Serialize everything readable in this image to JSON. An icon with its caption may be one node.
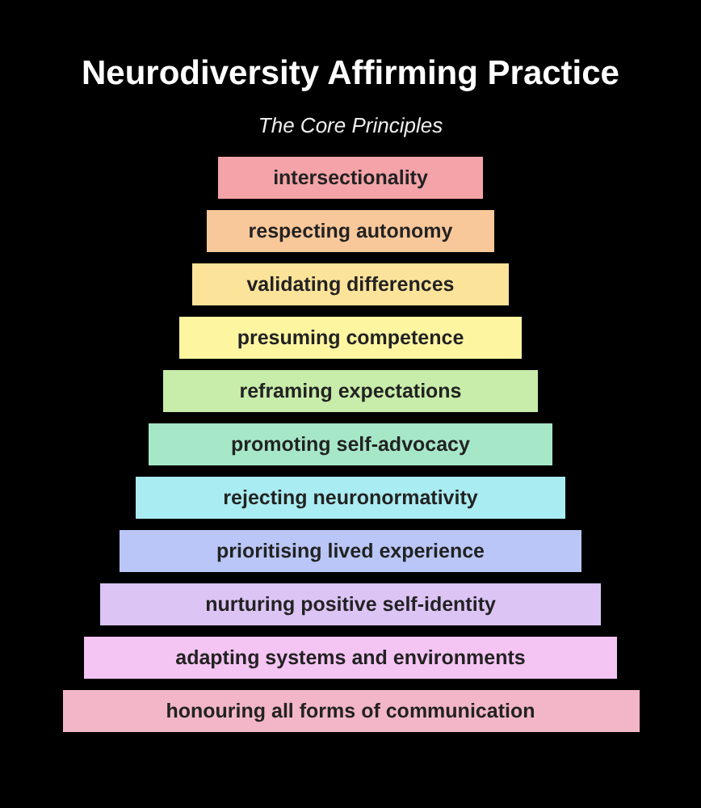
{
  "diagram": {
    "title": "Neurodiversity Affirming Practice",
    "nodes": [
      {
        "text": [
          "intersectionality"
        ]
      },
      {
        "text": [
          "respecting autonomy"
        ]
      },
      {
        "text": [
          "validating differences"
        ]
      },
      {
        "text": [
          "presuming competence"
        ]
      },
      {
        "text": [
          "reframing expectations"
        ]
      },
      {
        "text": [
          "promoting self-advocacy"
        ]
      },
      {
        "text": [
          "rejecting neuronormativity"
        ]
      },
      {
        "text": [
          "prioritising lived experience"
        ]
      },
      {
        "text": [
          "nurturing positive self-identity"
        ]
      },
      {
        "text": [
          "adapting systems and environments"
        ]
      },
      {
        "text": [
          "honouring all forms of communication"
        ]
      }
    ],
    "labels": [
      "The Core Principles"
    ]
  }
}
